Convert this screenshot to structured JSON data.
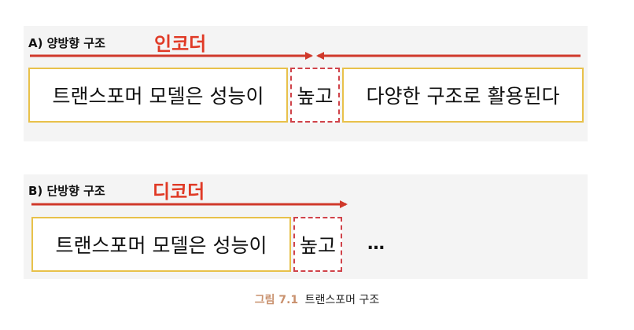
{
  "section_a": {
    "title": "A) 양방향 구조",
    "role": "인코더",
    "boxes": [
      "트랜스포머 모델은 성능이",
      "높고",
      "다양한 구조로 활용된다"
    ]
  },
  "section_b": {
    "title": "B) 단방향 구조",
    "role": "디코더",
    "boxes": [
      "트랜스포머 모델은 성능이",
      "높고"
    ],
    "ellipsis": "…"
  },
  "caption": {
    "label": "그림 7.1",
    "text": "트랜스포머 구조"
  },
  "colors": {
    "arrow": "#d0392b",
    "box_border": "#e8c14a",
    "highlight_border": "#d0434a",
    "role_text": "#e03a26",
    "panel_bg": "#f4f4f4"
  }
}
